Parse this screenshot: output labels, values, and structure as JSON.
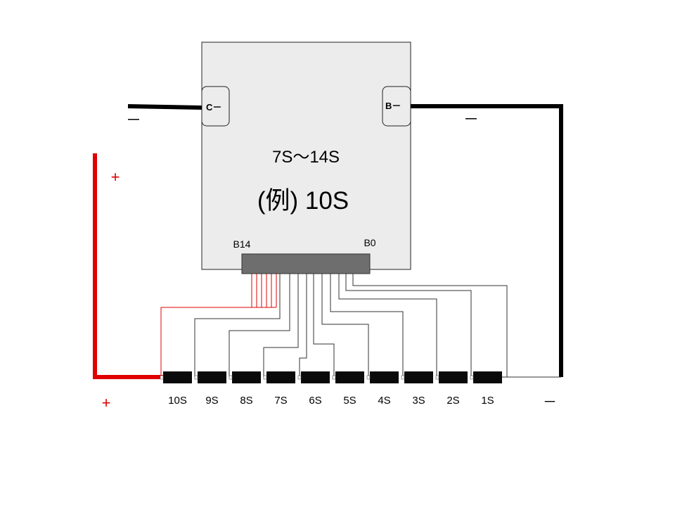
{
  "board": {
    "range_label": "7S～14S",
    "example_label": "(例) 10S",
    "pin_high": "B14",
    "pin_low": "B0",
    "c_minus": "C－",
    "b_minus": "B－"
  },
  "terminals": {
    "c_minus_sign": "－",
    "b_minus_sign": "－",
    "plus_upper": "+",
    "plus_lower": "+",
    "minus_lower": "－"
  },
  "cells": [
    "10S",
    "9S",
    "8S",
    "7S",
    "6S",
    "5S",
    "4S",
    "3S",
    "2S",
    "1S"
  ],
  "colors": {
    "positive": "#e00000",
    "negative": "#000000",
    "board_fill": "#ececec",
    "connector_fill": "#6e6e6e",
    "cell_fill": "#0a0a0a"
  }
}
